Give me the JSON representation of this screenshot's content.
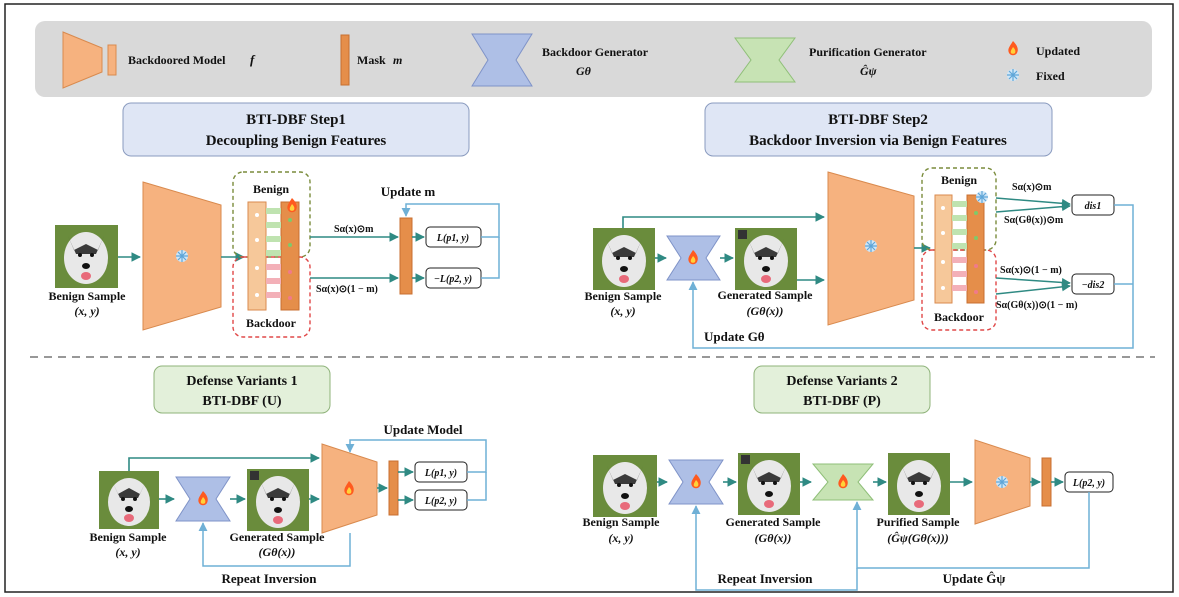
{
  "legend": {
    "backdoored_model": "Backdoored Model",
    "backdoored_model_symbol": "f",
    "mask": "Mask",
    "mask_symbol": "m",
    "backdoor_generator": "Backdoor Generator",
    "backdoor_generator_symbol": "Gθ",
    "purification_generator": "Purification Generator",
    "purification_generator_symbol": "Ĝψ",
    "updated": "Updated",
    "fixed": "Fixed"
  },
  "step1": {
    "title_line1": "BTI-DBF Step1",
    "title_line2": "Decoupling Benign Features",
    "benign_label": "Benign",
    "backdoor_label": "Backdoor",
    "update_label": "Update m",
    "mask_expr_top": "Sα(x)⊙m",
    "mask_expr_bottom": "Sα(x)⊙(1 − m)",
    "loss_top": "L(p1, y)",
    "loss_bottom": "−L(p2, y)",
    "sample_label": "Benign Sample",
    "sample_sub": "(x, y)"
  },
  "step2": {
    "title_line1": "BTI-DBF Step2",
    "title_line2": "Backdoor Inversion via Benign Features",
    "benign_label": "Benign",
    "backdoor_label": "Backdoor",
    "sample_label": "Benign Sample",
    "sample_sub": "(x, y)",
    "generated_label": "Generated Sample",
    "generated_sub": "(Gθ(x))",
    "update_label": "Update Gθ",
    "expr1": "Sα(x)⊙m",
    "expr2": "Sα(Gθ(x))⊙m",
    "expr3": "Sα(x)⊙(1 − m)",
    "expr4": "Sα(Gθ(x))⊙(1 − m)",
    "dis1": "dis1",
    "dis2": "−dis2"
  },
  "variant1": {
    "title_line1": "Defense Variants 1",
    "title_line2": "BTI-DBF (U)",
    "update_label": "Update Model",
    "sample_label": "Benign Sample",
    "sample_sub": "(x, y)",
    "generated_label": "Generated Sample",
    "generated_sub": "(Gθ(x))",
    "repeat_label": "Repeat Inversion",
    "loss_top": "L(p1, y)",
    "loss_bottom": "L(p2, y)"
  },
  "variant2": {
    "title_line1": "Defense Variants 2",
    "title_line2": "BTI-DBF (P)",
    "sample_label": "Benign Sample",
    "sample_sub": "(x, y)",
    "generated_label": "Generated Sample",
    "generated_sub": "(Gθ(x))",
    "purified_label": "Purified Sample",
    "purified_sub": "(Ĝψ(Gθ(x)))",
    "repeat_label": "Repeat Inversion",
    "update_label": "Update Ĝψ",
    "loss": "L(p2, y)"
  },
  "colors": {
    "model_orange": "#f6b27f",
    "model_stroke": "#d98a4e",
    "mask_orange": "#e58e4a",
    "backdoor_gen": "#aebfe6",
    "purify_gen": "#c7e3b4",
    "title_blue": "#dfe6f5",
    "title_green": "#e3f0da",
    "arrow_teal": "#2f8a83",
    "arrow_blue": "#6fb0d6",
    "benign_dash": "#7a8c3c",
    "backdoor_dash": "#e04848"
  }
}
